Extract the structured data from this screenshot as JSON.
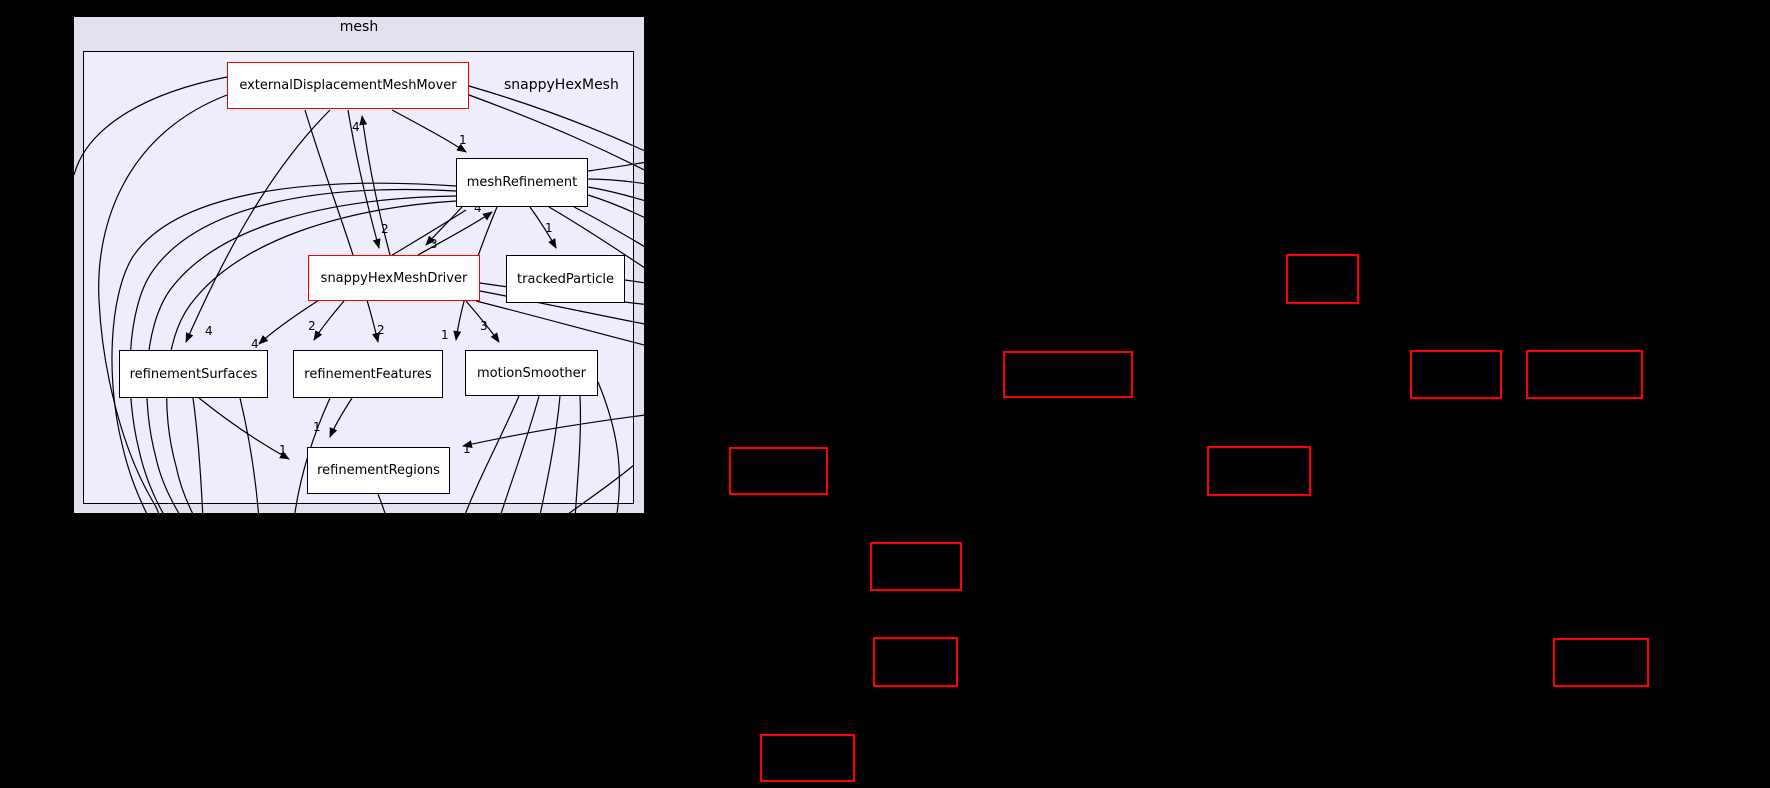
{
  "labels": {
    "outer": "mesh",
    "inner": "snappyHexMesh"
  },
  "nodes": {
    "externalDisplacementMeshMover": "externalDisplacementMeshMover",
    "meshRefinement": "meshRefinement",
    "snappyHexMeshDriver": "snappyHexMeshDriver",
    "trackedParticle": "trackedParticle",
    "refinementSurfaces": "refinementSurfaces",
    "refinementFeatures": "refinementFeatures",
    "motionSmoother": "motionSmoother",
    "refinementRegions": "refinementRegions"
  },
  "edge_labels": [
    "4",
    "1",
    "2",
    "3",
    "4",
    "1",
    "4",
    "4",
    "2",
    "2",
    "1",
    "3",
    "1",
    "1",
    "1"
  ],
  "colors": {
    "background": "#000000",
    "cluster_outer_fill": "#e2e2ee",
    "cluster_inner_fill": "#ededfb",
    "node_fill": "#ffffff",
    "node_border": "#000000",
    "red_border": "#ff0000",
    "edge_color": "#000000"
  }
}
